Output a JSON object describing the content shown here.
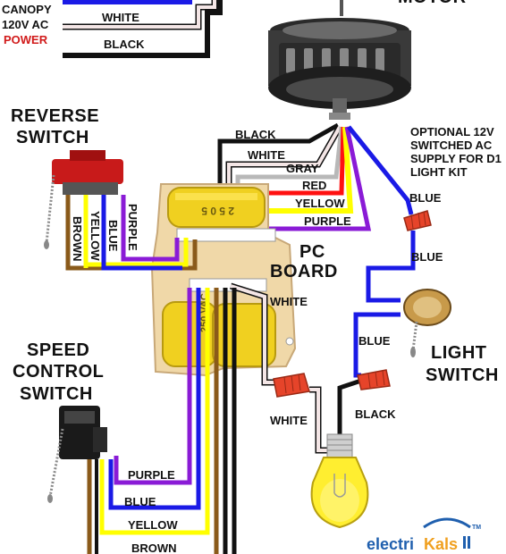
{
  "canopy": {
    "line1": "CANOPY",
    "line2": "120V AC",
    "line3": "POWER",
    "wire_white": "WHITE",
    "wire_black": "BLACK"
  },
  "motor": {
    "title": "MOTOR"
  },
  "motor_wires": {
    "black": "BLACK",
    "white": "WHITE",
    "gray": "GRAY",
    "red": "RED",
    "yellow": "YELLOW",
    "purple": "PURPLE"
  },
  "optional_note": {
    "line1": "OPTIONAL 12V",
    "line2": "SWITCHED AC",
    "line3": "SUPPLY FOR D1",
    "line4": "LIGHT KIT"
  },
  "reverse_switch": {
    "line1": "REVERSE",
    "line2": "SWITCH",
    "wire_brown": "BROWN",
    "wire_yellow": "YELLOW",
    "wire_blue": "BLUE",
    "wire_purple": "PURPLE"
  },
  "pc_board": {
    "line1": "PC",
    "line2": "BOARD",
    "cap_top": "2 5 0 5",
    "cap_bottom": "250 VAC"
  },
  "light_kit": {
    "blue_1": "BLUE",
    "blue_2": "BLUE",
    "blue_3": "BLUE",
    "black": "BLACK",
    "white_1": "WHITE",
    "white_2": "WHITE",
    "switch_line1": "LIGHT",
    "switch_line2": "SWITCH"
  },
  "speed_switch": {
    "line1": "SPEED",
    "line2": "CONTROL",
    "line3": "SWITCH",
    "wire_purple": "PURPLE",
    "wire_blue": "BLUE",
    "wire_yellow": "YELLOW",
    "wire_brown": "BROWN"
  },
  "brand": {
    "part1": "electri",
    "part2": "Kals",
    "tm": "TM"
  },
  "colors": {
    "black": "#111111",
    "white_wire": "#f4e6e6",
    "gray": "#b8b8b8",
    "red": "#ff1010",
    "yellow": "#ffff00",
    "purple": "#8a1bd6",
    "blue": "#1a1ae6",
    "brown": "#8a5a1a",
    "power_red": "#d11a1a",
    "brand_blue": "#1f5fae",
    "brand_orange": "#f0a020"
  }
}
